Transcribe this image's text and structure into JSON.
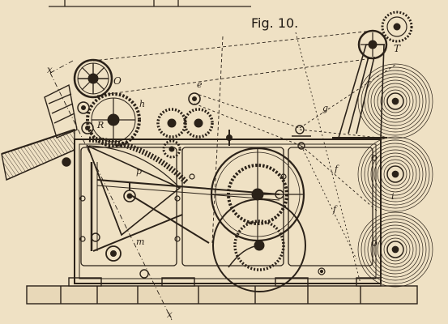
{
  "figure": {
    "caption": "Fig. 10.",
    "labels": {
      "x_top": "x",
      "x_bottom": "x",
      "O": "O",
      "T": "T",
      "R": "R",
      "e": "e",
      "h": "h",
      "f1": "f",
      "f2": "f",
      "g": "g",
      "p": "p",
      "m": "m",
      "i": "i"
    }
  },
  "colors": {
    "paper": "#efe1c4",
    "ink": "#2b2219"
  }
}
